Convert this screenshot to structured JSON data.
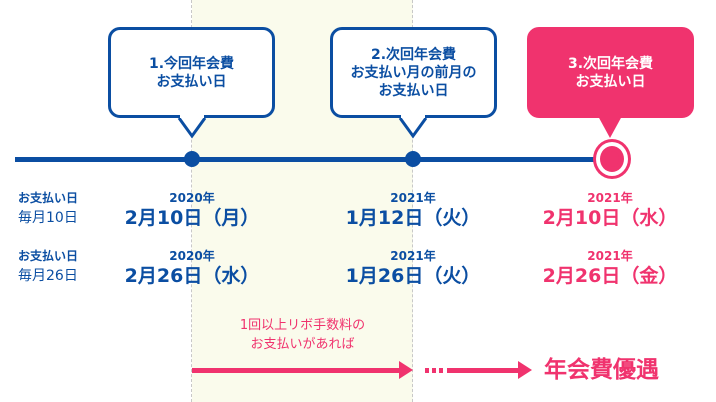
{
  "bubbles": [
    {
      "lines": [
        "1.今回年会費",
        "お支払い日"
      ]
    },
    {
      "lines": [
        "2.次回年会費",
        "お支払い月の前月の",
        "お支払い日"
      ]
    },
    {
      "lines": [
        "3.次回年会費",
        "お支払い日"
      ]
    }
  ],
  "rows": [
    {
      "label": [
        "お支払い日",
        "毎月10日"
      ],
      "dates": [
        {
          "year": "2020年",
          "date": "2月10日（月）"
        },
        {
          "year": "2021年",
          "date": "1月12日（火）"
        },
        {
          "year": "2021年",
          "date": "2月10日（水）"
        }
      ]
    },
    {
      "label": [
        "お支払い日",
        "毎月26日"
      ],
      "dates": [
        {
          "year": "2020年",
          "date": "2月26日（水）"
        },
        {
          "year": "2021年",
          "date": "1月26日（火）"
        },
        {
          "year": "2021年",
          "date": "2月26日（金）"
        }
      ]
    }
  ],
  "note": [
    "1回以上リボ手数料の",
    "お支払いがあれば"
  ],
  "benefit": "年会費優遇",
  "colors": {
    "blue": "#0b4ea2",
    "pink": "#f0336e",
    "band": "#fafbec"
  }
}
